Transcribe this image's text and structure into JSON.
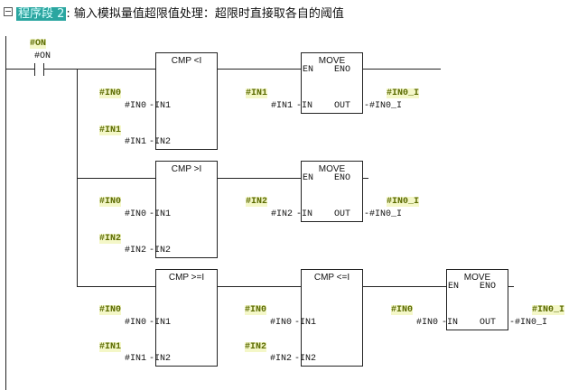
{
  "header": {
    "segment": "程序段 2",
    "description": ": 输入模拟量值超限值处理：超限时直接取各自的阈值"
  },
  "contact": {
    "symbol": "#ON",
    "address": "#ON"
  },
  "blocks": {
    "cmp_lt": {
      "title": "CMP <I",
      "in1": "IN1",
      "in2": "IN2",
      "in1_sym": "#IN0",
      "in1_addr": "#IN0",
      "in2_sym": "#IN1",
      "in2_addr": "#IN1"
    },
    "move1": {
      "title": "MOVE",
      "en": "EN",
      "eno": "ENO",
      "in": "IN",
      "out": "OUT",
      "in_sym": "#IN1",
      "in_addr": "#IN1",
      "out_sym": "#IN0_I",
      "out_addr": "#IN0_I"
    },
    "cmp_gt": {
      "title": "CMP >I",
      "in1": "IN1",
      "in2": "IN2",
      "in1_sym": "#IN0",
      "in1_addr": "#IN0",
      "in2_sym": "#IN2",
      "in2_addr": "#IN2"
    },
    "move2": {
      "title": "MOVE",
      "en": "EN",
      "eno": "ENO",
      "in": "IN",
      "out": "OUT",
      "in_sym": "#IN2",
      "in_addr": "#IN2",
      "out_sym": "#IN0_I",
      "out_addr": "#IN0_I"
    },
    "cmp_ge": {
      "title": "CMP >=I",
      "in1": "IN1",
      "in2": "IN2",
      "in1_sym": "#IN0",
      "in1_addr": "#IN0",
      "in2_sym": "#IN1",
      "in2_addr": "#IN1"
    },
    "cmp_le": {
      "title": "CMP <=I",
      "in1": "IN1",
      "in2": "IN2",
      "in1_sym": "#IN0",
      "in1_addr": "#IN0",
      "in2_sym": "#IN2",
      "in2_addr": "#IN2"
    },
    "move3": {
      "title": "MOVE",
      "en": "EN",
      "eno": "ENO",
      "in": "IN",
      "out": "OUT",
      "in_sym": "#IN0",
      "in_addr": "#IN0",
      "out_sym": "#IN0_I",
      "out_addr": "#IN0_I"
    }
  }
}
